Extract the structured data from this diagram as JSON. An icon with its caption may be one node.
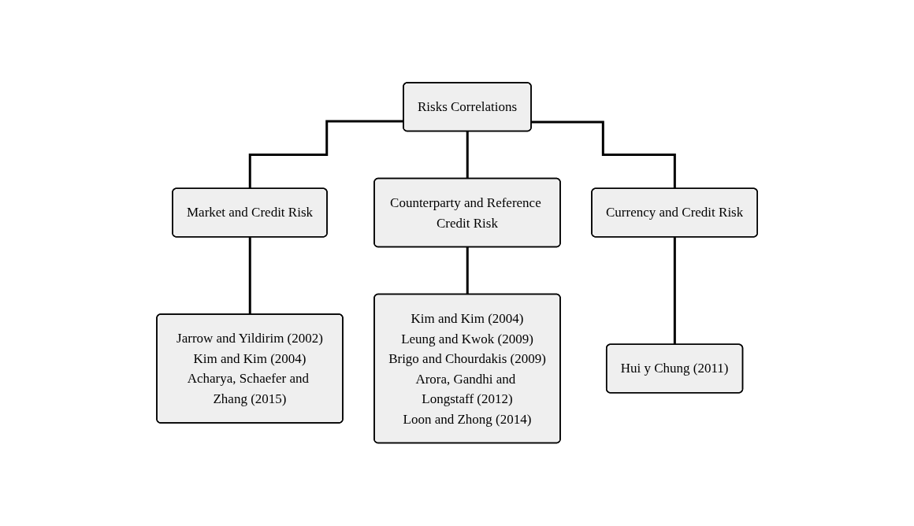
{
  "diagram": {
    "nodes": [
      {
        "text": [
          "Risks Correlations"
        ]
      },
      {
        "text": [
          "Market and Credit Risk"
        ]
      },
      {
        "text": [
          "Counterparty and Reference Credit Risk"
        ]
      },
      {
        "text": [
          "Currency and Credit Risk"
        ]
      },
      {
        "text": [
          "Jarrow and Yildirim (2002)",
          "Kim and Kim (2004)",
          "Acharya, Schaefer and Zhang (2015)"
        ]
      },
      {
        "text": [
          "Kim and Kim (2004)",
          "Leung and Kwok (2009)",
          "Brigo and Chourdakis (2009)",
          "Arora, Gandhi and Longstaff (2012)",
          "Loon and Zhong (2014)"
        ]
      },
      {
        "text": [
          "Hui y Chung (2011)"
        ]
      }
    ],
    "edges": [
      {
        "from": 0,
        "to": 1,
        "arrow": "none"
      },
      {
        "from": 0,
        "to": 2,
        "arrow": "none"
      },
      {
        "from": 0,
        "to": 3,
        "arrow": "none"
      },
      {
        "from": 1,
        "to": 4,
        "arrow": "none"
      },
      {
        "from": 2,
        "to": 5,
        "arrow": "none"
      },
      {
        "from": 3,
        "to": 6,
        "arrow": "none"
      }
    ]
  }
}
